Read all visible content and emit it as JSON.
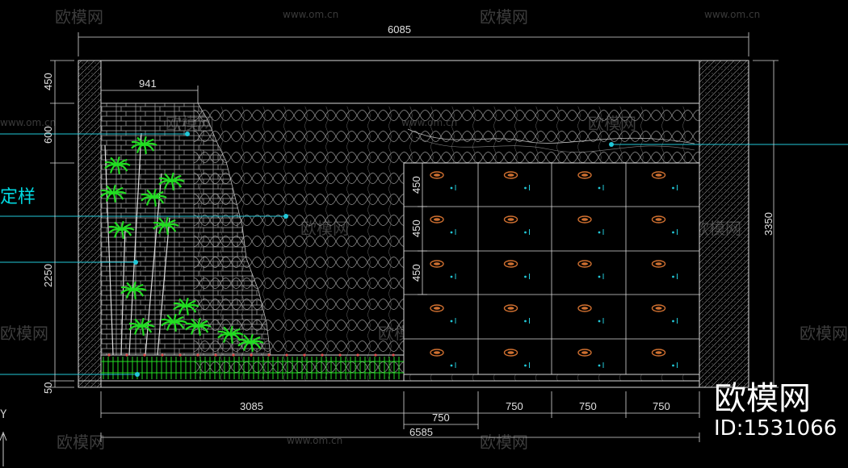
{
  "watermarks": {
    "brand_text": "欧模网",
    "url_text": "www.om.cn"
  },
  "dimensions": {
    "overall_width": "6085",
    "top_segment": "941",
    "left_bottom": "3085",
    "col_750_a": "750",
    "col_750_b": "750",
    "col_750_c": "750",
    "col_750_d": "750",
    "overall_bottom": "6585",
    "left_450": "450",
    "left_600": "600",
    "left_2250": "2250",
    "left_50": "50",
    "right_3350": "3350",
    "panel_450_a": "450",
    "panel_450_b": "450",
    "panel_450_c": "450"
  },
  "annotations": {
    "side_label": "定样",
    "y_axis": "Y"
  },
  "brand": {
    "name": "欧模网",
    "id": "ID:1531066"
  },
  "colors": {
    "background": "#000000",
    "line": "#d8d8d8",
    "plant": "#22dd22",
    "leader": "#22c8d8",
    "lamp": "#d07030"
  }
}
